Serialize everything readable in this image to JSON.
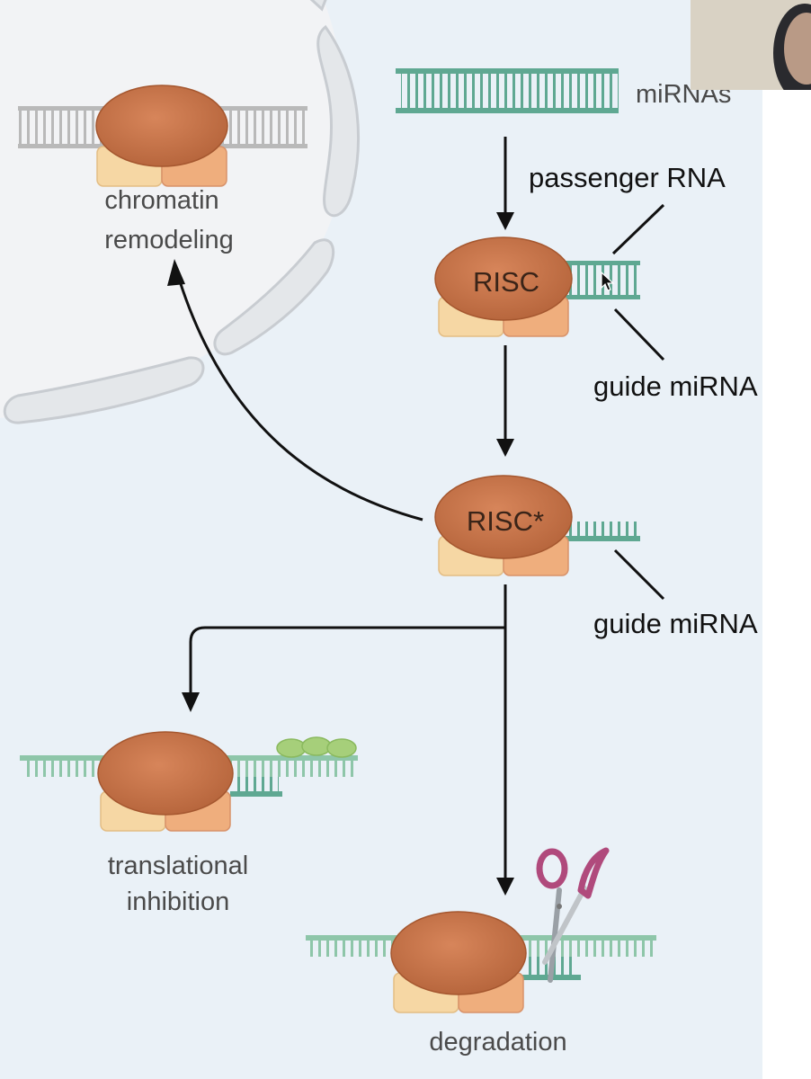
{
  "labels": {
    "mirnas": "miRNAs",
    "passenger_rna": "passenger RNA",
    "guide_mirna_1": "guide miRNA",
    "guide_mirna_2": "guide miRNA",
    "risc": "RISC",
    "risc_star": "RISC*",
    "chromatin_line1": "chromatin",
    "chromatin_line2": "remodeling",
    "translational_line1": "translational",
    "translational_line2": "inhibition",
    "degradation": "degradation"
  },
  "colors": {
    "background": "#eaf1f7",
    "nucleus": "#f2f3f5",
    "membrane": "#d7dade",
    "protein": "#c9754a",
    "protein_dark": "#a5572f",
    "subunit_left": "#f6d7a4",
    "subunit_right": "#efae7d",
    "mirna": "#5fa892",
    "mrna": "#8ec6a9",
    "dna": "#b9b9b9",
    "arrow": "#111111",
    "scissors": "#b04a7c"
  },
  "icons": {
    "scissors": "scissors-icon",
    "cursor": "mouse-cursor-icon"
  }
}
